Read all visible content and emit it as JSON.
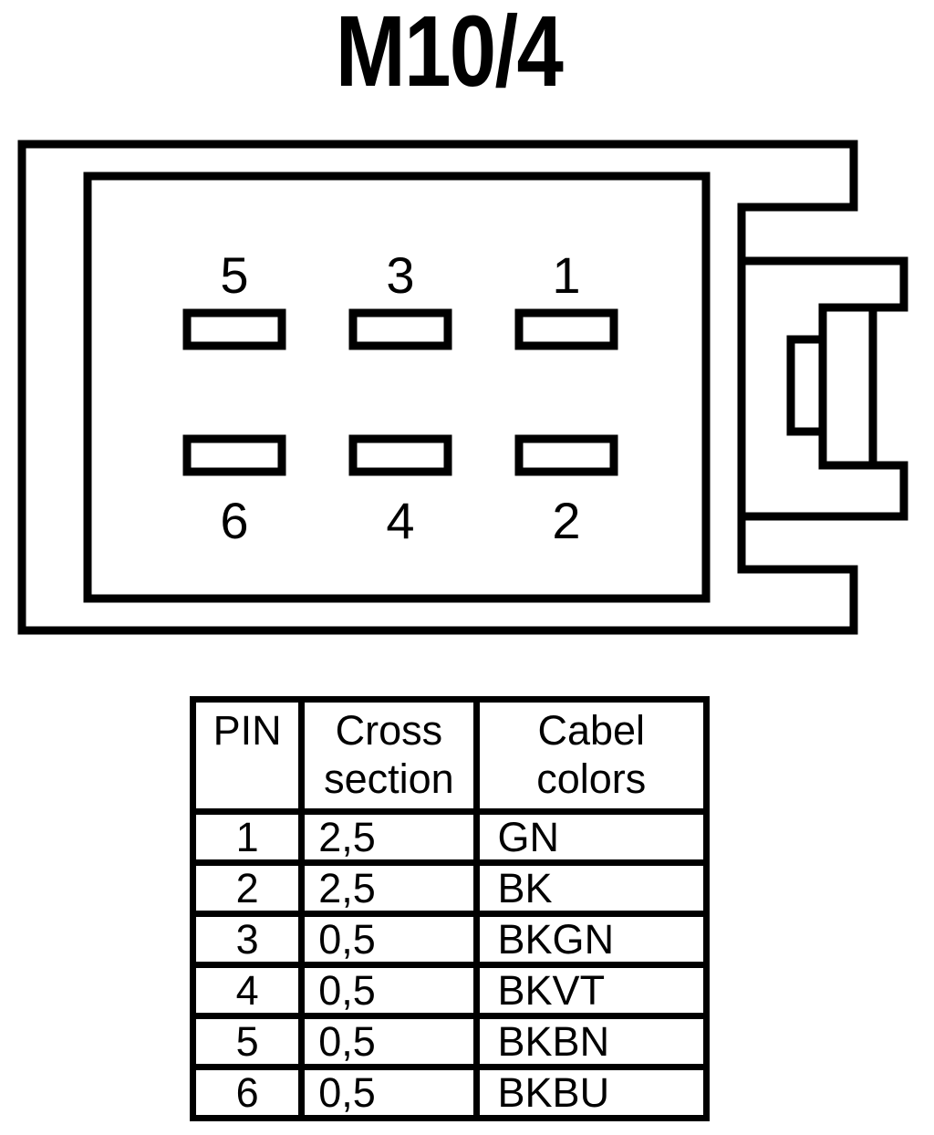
{
  "title": "M10/4",
  "colors": {
    "line": "#000000",
    "background": "#ffffff"
  },
  "connector": {
    "pins_top": [
      "5",
      "3",
      "1"
    ],
    "pins_bottom": [
      "6",
      "4",
      "2"
    ]
  },
  "table": {
    "headers": [
      "PIN",
      "Cross section",
      "Cabel colors"
    ],
    "rows": [
      {
        "pin": "1",
        "cross_section": "2,5",
        "cable_color": "GN"
      },
      {
        "pin": "2",
        "cross_section": "2,5",
        "cable_color": "BK"
      },
      {
        "pin": "3",
        "cross_section": "0,5",
        "cable_color": "BKGN"
      },
      {
        "pin": "4",
        "cross_section": "0,5",
        "cable_color": "BKVT"
      },
      {
        "pin": "5",
        "cross_section": "0,5",
        "cable_color": "BKBN"
      },
      {
        "pin": "6",
        "cross_section": "0,5",
        "cable_color": "BKBU"
      }
    ]
  }
}
